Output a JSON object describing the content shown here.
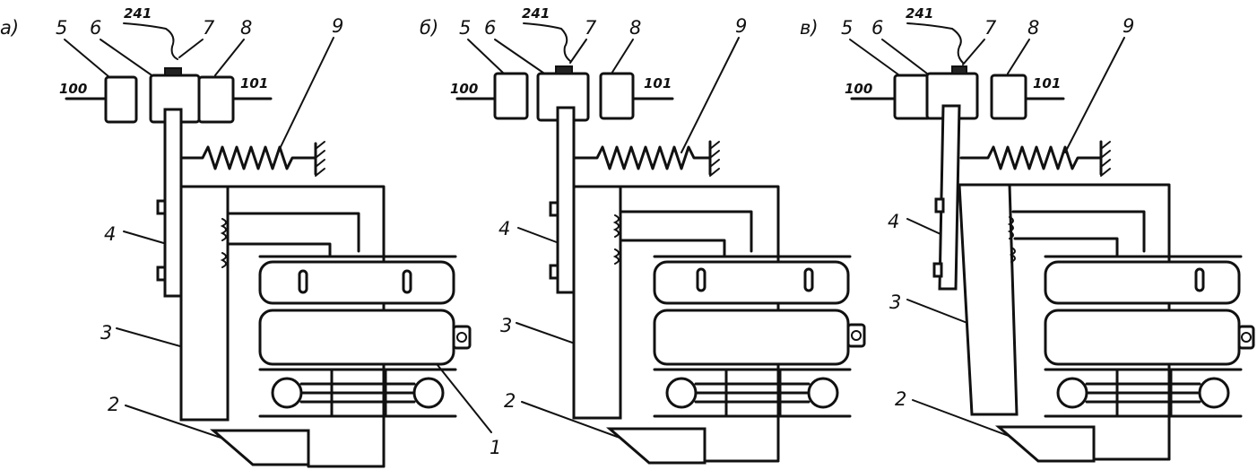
{
  "panels": [
    {
      "letter": "а)",
      "labels": {
        "lead": "241",
        "contact_left": "100",
        "contact_right": "101",
        "n1": "1",
        "n2": "2",
        "n3": "3",
        "n4": "4",
        "n5": "5",
        "n6": "6",
        "n7": "7",
        "n8": "8",
        "n9": "9"
      }
    },
    {
      "letter": "б)",
      "labels": {
        "lead": "241",
        "contact_left": "100",
        "contact_right": "101",
        "n2": "2",
        "n3": "3",
        "n4": "4",
        "n5": "5",
        "n6": "6",
        "n7": "7",
        "n8": "8",
        "n9": "9"
      }
    },
    {
      "letter": "в)",
      "labels": {
        "lead": "241",
        "contact_left": "100",
        "contact_right": "101",
        "n2": "2",
        "n3": "3",
        "n4": "4",
        "n5": "5",
        "n6": "6",
        "n7": "7",
        "n8": "8",
        "n9": "9"
      }
    }
  ]
}
